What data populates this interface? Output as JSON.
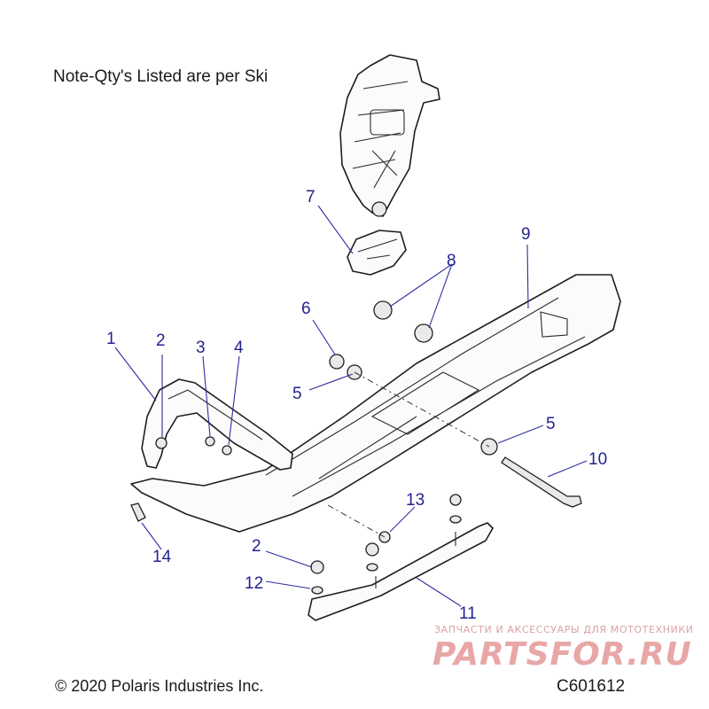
{
  "note": "Note-Qty's Listed are per Ski",
  "copyright": "© 2020 Polaris Industries Inc.",
  "diagram_code": "C601612",
  "watermark": {
    "tagline": "ЗАПЧАСТИ И АКСЕССУАРЫ ДЛЯ МОТОТЕХНИКИ",
    "brand": "PARTSFOR.RU"
  },
  "callouts": {
    "c1": "1",
    "c2a": "2",
    "c2b": "2",
    "c3": "3",
    "c4": "4",
    "c5a": "5",
    "c5b": "5",
    "c6": "6",
    "c7": "7",
    "c8": "8",
    "c9": "9",
    "c10": "10",
    "c11": "11",
    "c12": "12",
    "c13": "13",
    "c14": "14"
  },
  "colors": {
    "callout": "#23238f",
    "line": "#1e1e1e",
    "watermark": "#e8a7a7"
  }
}
